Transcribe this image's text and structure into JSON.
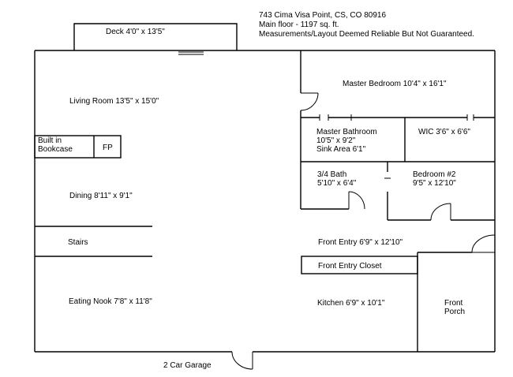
{
  "header": {
    "address": "743 Cima Visa Point, CS, CO 80916",
    "floor": "Main floor - 1197 sq. ft.",
    "disclaimer": "Measurements/Layout Deemed Reliable But Not Guaranteed."
  },
  "rooms": {
    "deck": "Deck 4'0\" x 13'5\"",
    "living_room": "Living Room 13'5\" x 15'0\"",
    "built_in_line1": "Built in",
    "built_in_line2": "Bookcase",
    "fireplace": "FP",
    "dining": "Dining 8'11\" x 9'1\"",
    "stairs": "Stairs",
    "eating_nook": "Eating Nook 7'8\" x 11'8\"",
    "master_bedroom": "Master Bedroom 10'4\" x 16'1\"",
    "master_bath_line1": "Master Bathroom",
    "master_bath_line2": "10'5\" x 9'2\"",
    "master_bath_line3": "Sink Area 6'1\"",
    "wic": "WIC 3'6\" x 6'6\"",
    "bath34_line1": "3/4 Bath",
    "bath34_line2": "5'10\" x 6'4\"",
    "bedroom2_line1": "Bedroom #2",
    "bedroom2_line2": "9'5\" x 12'10\"",
    "front_entry": "Front Entry 6'9\" x 12'10\"",
    "front_entry_closet": "Front Entry Closet",
    "kitchen": "Kitchen 6'9\" x 10'1\"",
    "front_porch_line1": "Front",
    "front_porch_line2": "Porch",
    "garage": "2 Car Garage"
  }
}
